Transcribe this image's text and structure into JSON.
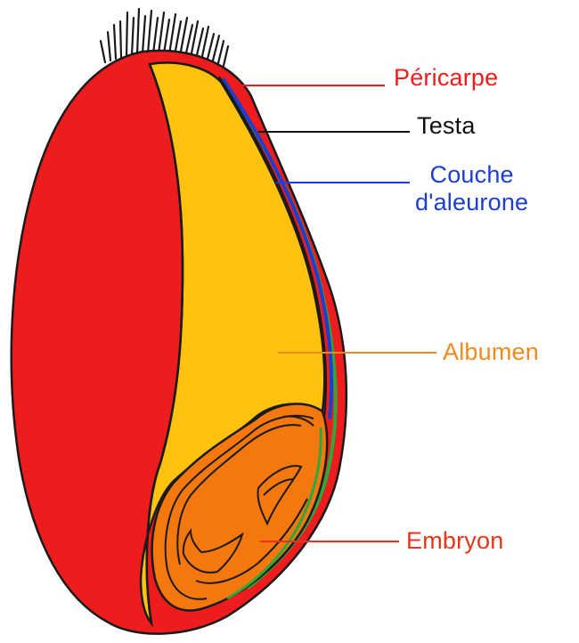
{
  "labels": {
    "pericarp": "Péricarpe",
    "testa": "Testa",
    "aleurone_line1": "Couche",
    "aleurone_line2": "d'aleurone",
    "albumen": "Albumen",
    "embryo": "Embryon"
  },
  "colors": {
    "pericarp": "#ee1c1c",
    "testa": "#111111",
    "aleurone": "#1d3fcf",
    "albumen_label": "#f08a1c",
    "albumen_fill": "#fec20f",
    "embryo_fill": "#f5780e",
    "embryo_label": "#e8341a",
    "germ_line": "#2fa83a",
    "outline": "#1a1a1a"
  },
  "icons": {
    "brush": "seed-brush-hairs-icon"
  }
}
